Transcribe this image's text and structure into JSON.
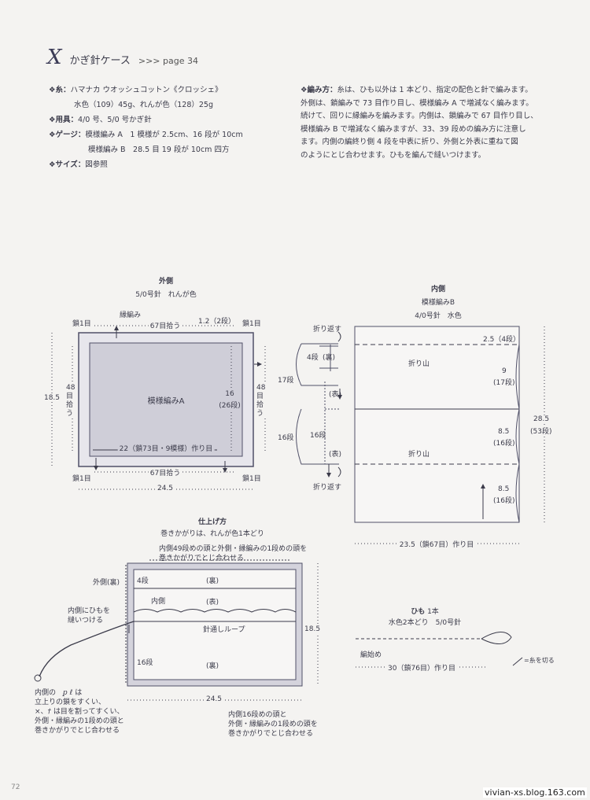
{
  "header": {
    "mark": "X",
    "title": "かぎ針ケース",
    "page_ref": ">>> page 34"
  },
  "spec": {
    "yarn_label": "❖糸：",
    "yarn_line1": "ハマナカ ウオッシュコットン《クロッシェ》",
    "yarn_line2": "水色（109）45g、れんが色（128）25g",
    "tools_label": "❖用具：",
    "tools": "4/0 号、5/0 号かぎ針",
    "gauge_label": "❖ゲージ：",
    "gauge_line1": "模様編み A　1 模様が 2.5cm、16 段が 10cm",
    "gauge_line2": "模様編み B　28.5 目 19 段が 10cm 四方",
    "size_label": "❖サイズ：",
    "size": "図参照"
  },
  "method": {
    "label": "❖編み方：",
    "lines": [
      "糸は、ひも以外は 1 本どり、指定の配色と針で編みます。",
      "外側は、鎖編みで 73 目作り目し、模様編み A で増減なく編みます。",
      "続けて、回りに縁編みを編みます。内側は、鎖編みで 67 目作り目し、",
      "模様編み B で増減なく編みますが、33、39 段めの編み方に注意し",
      "ます。内側の編終り側 4 段を中表に折り、外側と外表に重ねて図",
      "のようにとじ合わせます。ひもを編んで縫いつけます。"
    ]
  },
  "outer": {
    "title": "外側",
    "sub": "5/0号針　れんが色",
    "edging": "縁編み",
    "chain1_tl": "鎖1目",
    "chain1_tr": "鎖1目",
    "chain1_bl": "鎖1目",
    "chain1_br": "鎖1目",
    "top_pick": "67目拾う",
    "top_rows": "1.2（2段）",
    "side_pick": "48目拾う",
    "side_pick_r": "48目拾う",
    "center": "模様編みA",
    "right_dim": "16",
    "right_rows": "(26段)",
    "bottom_start": "22（鎖73目・9模様）作り目",
    "bottom_pick": "67目拾う",
    "width": "24.5",
    "height": "18.5"
  },
  "side": {
    "fold_top": "折り返す",
    "r4": "4段",
    "ura": "(裏)",
    "r17": "17段",
    "omote1": "(表)",
    "r16a": "16段",
    "r16b": "16段",
    "omote2": "(表)",
    "fold_bottom": "折り返す"
  },
  "inner": {
    "title": "内側",
    "pattern": "模様編みB",
    "sub": "4/0号針　水色",
    "d1": "2.5（4段）",
    "fold1": "折り山",
    "d2": "9",
    "d2r": "(17段)",
    "fold2": "折り山",
    "d3": "8.5",
    "d3r": "(16段)",
    "d4": "8.5",
    "d4r": "(16段)",
    "total": "28.5",
    "total_r": "(53段)",
    "bottom": "23.5（鎖67目）作り目"
  },
  "finish": {
    "title": "仕上げ方",
    "sub": "巻きかがりは、れんが色1本どり",
    "note1a": "内側49段めの頭と外側・縁編みの1段めの頭を",
    "note1b": "巻きかがりでとじ合わせる",
    "outer_back": "外側(裏)",
    "r4": "4段",
    "ura1": "(裏)",
    "inner": "内側",
    "omote": "(表)",
    "cord_note1": "内側にひもを",
    "cord_note2": "縫いつける",
    "loop": "針通しループ",
    "h": "18.5",
    "r16": "16段",
    "ura2": "(裏)",
    "w": "24.5",
    "note2a": "内側の",
    "note2b": "は",
    "note2c": "立上りの鎖をすくい、",
    "note2d": "は目を割ってすくい、",
    "note2e": "外側・縁編みの1段めの頭と",
    "note2f": "巻きかがりでとじ合わせる",
    "note3a": "内側16段めの頭と",
    "note3b": "外側・縁編みの1段めの頭を",
    "note3c": "巻きかがりでとじ合わせる"
  },
  "cord": {
    "title": "ひも",
    "count": "1本",
    "sub": "水色2本どり　5/0号針",
    "start": "編始め",
    "len": "30（鎖76目）作り目",
    "legend": "=糸を切る"
  },
  "footer": {
    "page": "72",
    "credit": "vivian-xs.blog.163.com"
  }
}
